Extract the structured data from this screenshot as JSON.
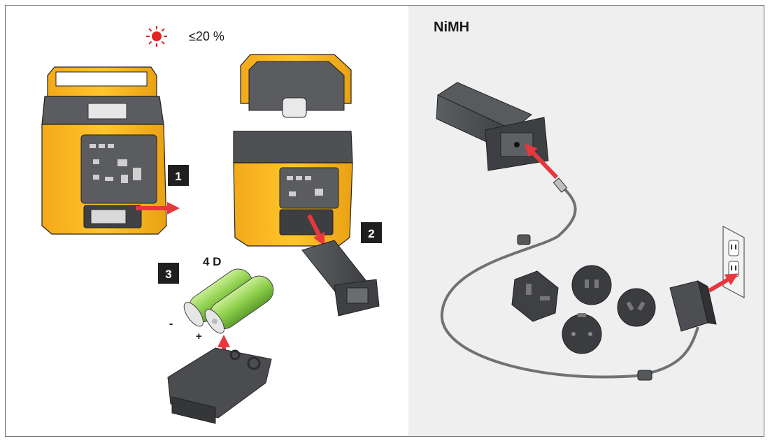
{
  "indicator": {
    "text": "≤20 %",
    "color": "#e52321"
  },
  "steps": [
    "1",
    "2",
    "3"
  ],
  "battery": {
    "count_label": "4 D",
    "minus": "-",
    "plus": "+"
  },
  "right_panel": {
    "title": "NiMH"
  },
  "colors": {
    "housing": "#f6b51b",
    "arrow": "#e8373f",
    "cell": "#9bd45a",
    "dark_gray": "#55585b"
  }
}
